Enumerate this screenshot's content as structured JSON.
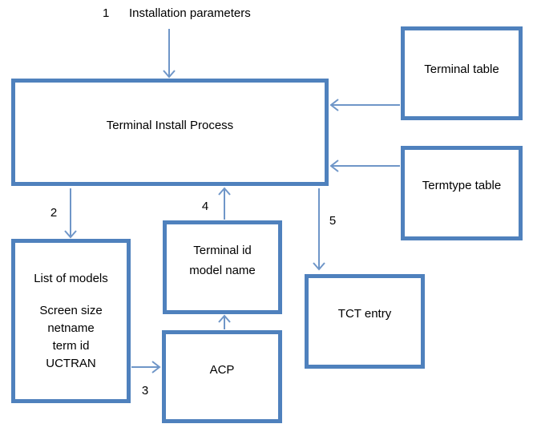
{
  "diagram": {
    "colors": {
      "box_border": "#4f81bd",
      "arrow": "#6f96c8",
      "text": "#000000",
      "background": "#ffffff"
    },
    "steps": {
      "s1_number": "1",
      "s1_text": "Installation parameters",
      "s2_number": "2",
      "s3_number": "3",
      "s4_number": "4",
      "s5_number": "5"
    },
    "boxes": {
      "terminal_install_process": {
        "label": "Terminal Install Process"
      },
      "terminal_table": {
        "label": "Terminal table"
      },
      "termtype_table": {
        "label": "Termtype table"
      },
      "list_of_models": {
        "line1": "List of models",
        "line2": "Screen size",
        "line3": "netname",
        "line4": "term id",
        "line5": "UCTRAN"
      },
      "terminal_id_model_name": {
        "line1": "Terminal id",
        "line2": "model name"
      },
      "acp": {
        "label": "ACP"
      },
      "tct_entry": {
        "label": "TCT entry"
      }
    }
  }
}
